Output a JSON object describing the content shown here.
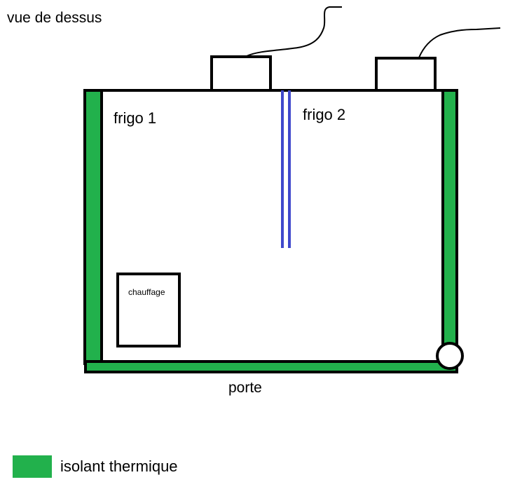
{
  "title": "vue de dessus",
  "rooms": {
    "frigo1_label": "frigo 1",
    "frigo2_label": "frigo 2"
  },
  "heater": {
    "label": "chauffage"
  },
  "door": {
    "label": "porte"
  },
  "legend": {
    "label": "isolant thermique",
    "color": "#22b14c"
  },
  "colors": {
    "insulation": "#22b14c",
    "partition": "#3f48cc",
    "outline": "#000000"
  }
}
